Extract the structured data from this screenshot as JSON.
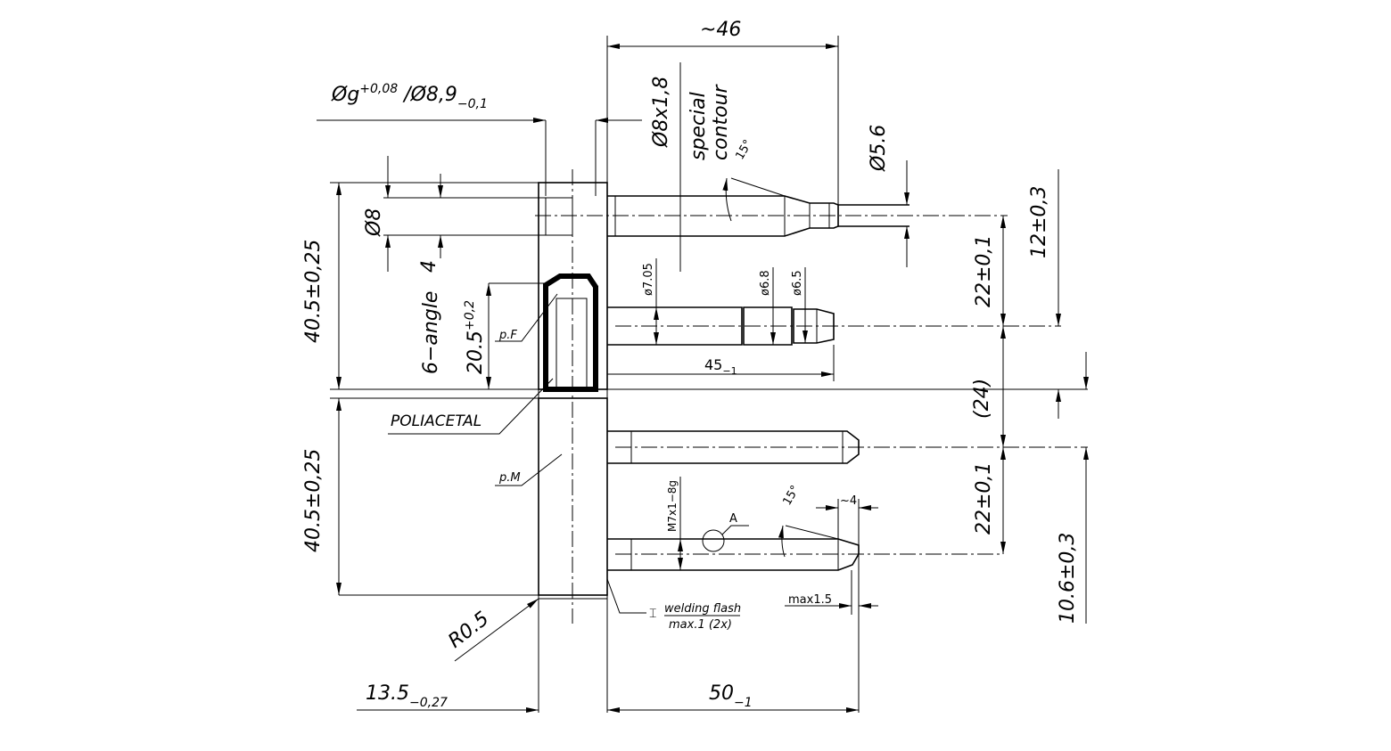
{
  "drawing": {
    "top_width": "~46",
    "bore_tol": {
      "main": "Øg",
      "sup": "+0,08",
      "sep": " /Ø8,9",
      "sub": "−0,1"
    },
    "pin_thread": "Ø8x1,8",
    "special_contour": [
      "special",
      "contour"
    ],
    "angle_top": "15°",
    "tip_dia": "Ø5.6",
    "offset_top": "12±0,3",
    "dia_8": "Ø8",
    "dim_4": "4",
    "height_top": "40.5±0,25",
    "hex": "6−angle",
    "depth": {
      "main": "20.5",
      "sup": "+0,2"
    },
    "pf": "p.F",
    "d705": "ø7.05",
    "d68": "ø6.8",
    "d65": "ø6.5",
    "spacing_top": "22±0,1",
    "len45": {
      "main": "45",
      "sub": "−1"
    },
    "dim24": "(24)",
    "material": "POLIACETAL",
    "pm": "p.M",
    "height_bottom": "40.5±0,25",
    "thread": "M7x1−8g",
    "detail": "A",
    "angle_bottom": "15°",
    "tip4": "~4",
    "spacing_bottom": "22±0,1",
    "offset_bottom": "10.6±0,3",
    "max15": "max1.5",
    "weld": [
      "welding  flash",
      "max.1  (2x)"
    ],
    "radius": "R0.5",
    "width_knuckle": {
      "main": "13.5",
      "sub": "−0,27"
    },
    "len50": {
      "main": "50",
      "sub": "−1"
    }
  }
}
